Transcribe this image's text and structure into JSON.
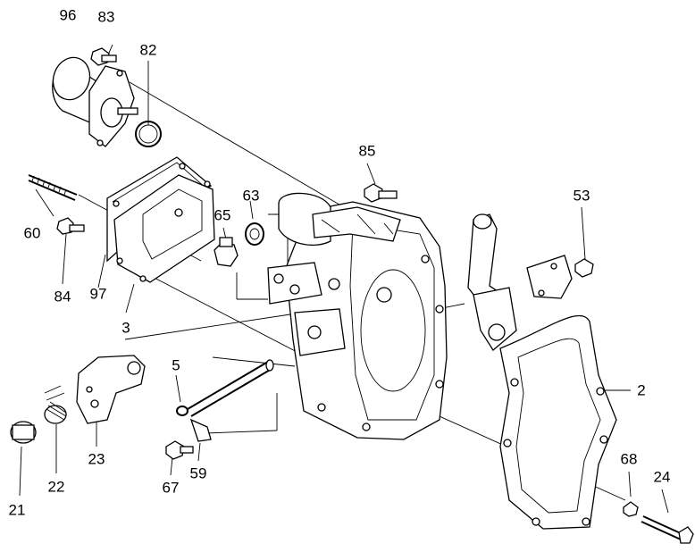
{
  "diagram": {
    "line_color": "#000000",
    "background": "#ffffff",
    "parts": [
      {
        "id": "96",
        "label": "96"
      },
      {
        "id": "83",
        "label": "83"
      },
      {
        "id": "82",
        "label": "82"
      },
      {
        "id": "85",
        "label": "85"
      },
      {
        "id": "53",
        "label": "53"
      },
      {
        "id": "60",
        "label": "60"
      },
      {
        "id": "63",
        "label": "63"
      },
      {
        "id": "65",
        "label": "65"
      },
      {
        "id": "84",
        "label": "84"
      },
      {
        "id": "97",
        "label": "97"
      },
      {
        "id": "3",
        "label": "3"
      },
      {
        "id": "5",
        "label": "5"
      },
      {
        "id": "2",
        "label": "2"
      },
      {
        "id": "23",
        "label": "23"
      },
      {
        "id": "21",
        "label": "21"
      },
      {
        "id": "22",
        "label": "22"
      },
      {
        "id": "67",
        "label": "67"
      },
      {
        "id": "59",
        "label": "59"
      },
      {
        "id": "68",
        "label": "68"
      },
      {
        "id": "24",
        "label": "24"
      }
    ]
  }
}
